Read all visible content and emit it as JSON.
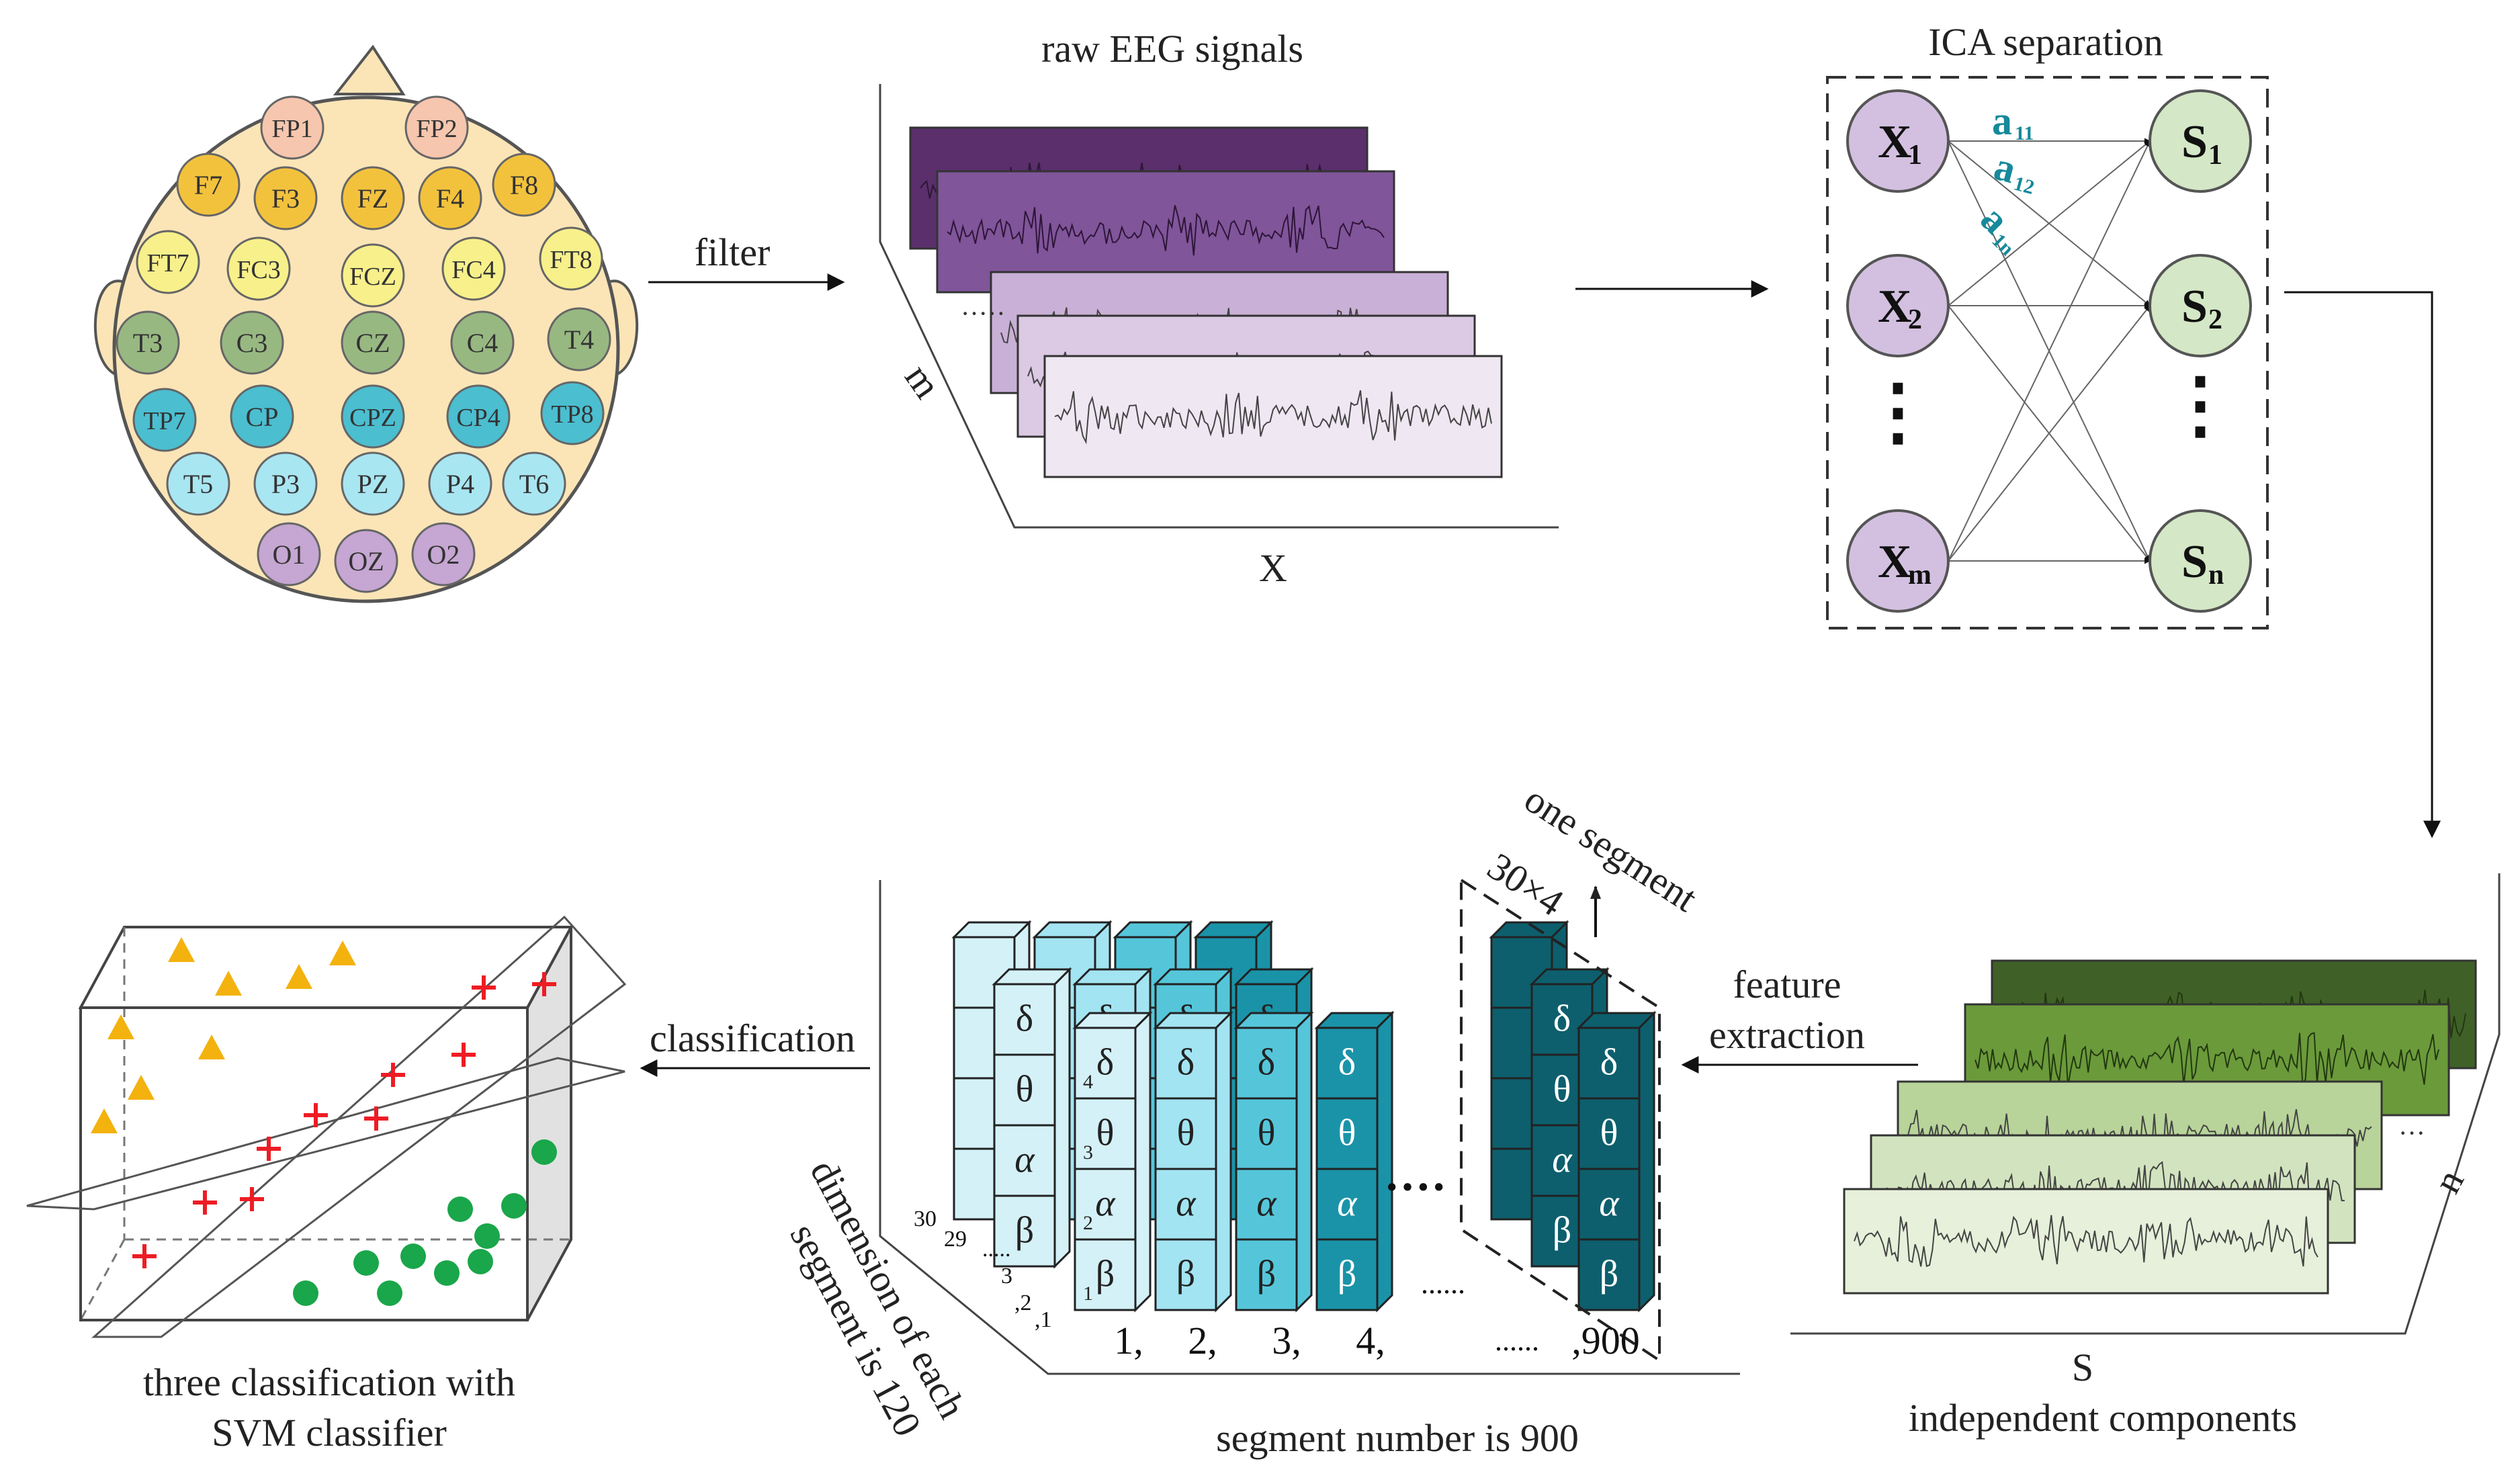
{
  "labels": {
    "raw_eeg_title": "raw EEG signals",
    "filter_label": "filter",
    "ica_title": "ICA separation",
    "m_axis": "m",
    "x_axis": "X",
    "n_axis": "n",
    "s_axis": "S",
    "independent_components": "independent components",
    "feature_extraction_1": "feature",
    "feature_extraction_2": "extraction",
    "one_segment": "one segment",
    "segment_size": "30×4",
    "classification": "classification",
    "three_class_1": "three classification with",
    "three_class_2": "SVM classifier",
    "segment_number": "segment number is 900",
    "dimension_1": "dimension of each",
    "dimension_2": "segment is 120",
    "ellipsis": "......",
    "hdots": "····"
  },
  "electrodes": [
    {
      "label": "FP1",
      "color": "#f6c6ae"
    },
    {
      "label": "FP2",
      "color": "#f6c6ae"
    },
    {
      "label": "F7",
      "color": "#f3c23d"
    },
    {
      "label": "F3",
      "color": "#f3c23d"
    },
    {
      "label": "FZ",
      "color": "#f3c23d"
    },
    {
      "label": "F4",
      "color": "#f3c23d"
    },
    {
      "label": "F8",
      "color": "#f3c23d"
    },
    {
      "label": "FT7",
      "color": "#f8f08a"
    },
    {
      "label": "FC3",
      "color": "#f8f08a"
    },
    {
      "label": "FCZ",
      "color": "#f8f08a"
    },
    {
      "label": "FC4",
      "color": "#f8f08a"
    },
    {
      "label": "FT8",
      "color": "#f8f08a"
    },
    {
      "label": "T3",
      "color": "#98b882"
    },
    {
      "label": "C3",
      "color": "#98b882"
    },
    {
      "label": "CZ",
      "color": "#98b882"
    },
    {
      "label": "C4",
      "color": "#98b882"
    },
    {
      "label": "T4",
      "color": "#98b882"
    },
    {
      "label": "TP7",
      "color": "#4bbed0"
    },
    {
      "label": "CP",
      "color": "#4bbed0"
    },
    {
      "label": "CPZ",
      "color": "#4bbed0"
    },
    {
      "label": "CP4",
      "color": "#4bbed0"
    },
    {
      "label": "TP8",
      "color": "#4bbed0"
    },
    {
      "label": "T5",
      "color": "#a8e6f2"
    },
    {
      "label": "P3",
      "color": "#a8e6f2"
    },
    {
      "label": "PZ",
      "color": "#a8e6f2"
    },
    {
      "label": "P4",
      "color": "#a8e6f2"
    },
    {
      "label": "T6",
      "color": "#a8e6f2"
    },
    {
      "label": "O1",
      "color": "#c6a6d2"
    },
    {
      "label": "OZ",
      "color": "#c6a6d2"
    },
    {
      "label": "O2",
      "color": "#c6a6d2"
    }
  ],
  "ica": {
    "inputs": [
      "X",
      "X",
      "X"
    ],
    "input_subs": [
      "1",
      "2",
      "m"
    ],
    "outputs": [
      "S",
      "S",
      "S"
    ],
    "output_subs": [
      "1",
      "2",
      "n"
    ],
    "weights": [
      "a",
      "a",
      "a"
    ],
    "weight_subs": [
      "11",
      "12",
      "1n"
    ],
    "vdots": "⋮"
  },
  "features": {
    "bands": [
      "δ",
      "θ",
      "α",
      "β"
    ],
    "row_index": [
      "4",
      "3",
      "2",
      "1"
    ],
    "segment_ids": [
      "1,",
      "2,",
      "3,",
      "4,",
      ",900"
    ],
    "depth_ticks": [
      "30",
      "29",
      ".....",
      "3",
      ",2",
      ",1"
    ]
  },
  "colors": {
    "head_fill": "#fbe5b7",
    "purple_stack": [
      "#5a2f6b",
      "#80559a",
      "#c9b0d6",
      "#dcc9e4",
      "#efe7f2"
    ],
    "green_stack": [
      "#3f6127",
      "#6b9a3b",
      "#b8d49a",
      "#d2e4bf",
      "#e6f0da"
    ],
    "teal_blocks": [
      "#d4f1f8",
      "#a3e4f2",
      "#55c6da",
      "#1a93a8",
      "#0d5f6d"
    ],
    "ica_x_fill": "#d3c0e0",
    "ica_s_fill": "#d4e7c6",
    "weight_color": "#16899b",
    "triangle": "#f3b20e",
    "plus": "#ee1c24",
    "dot": "#1aa64a"
  }
}
